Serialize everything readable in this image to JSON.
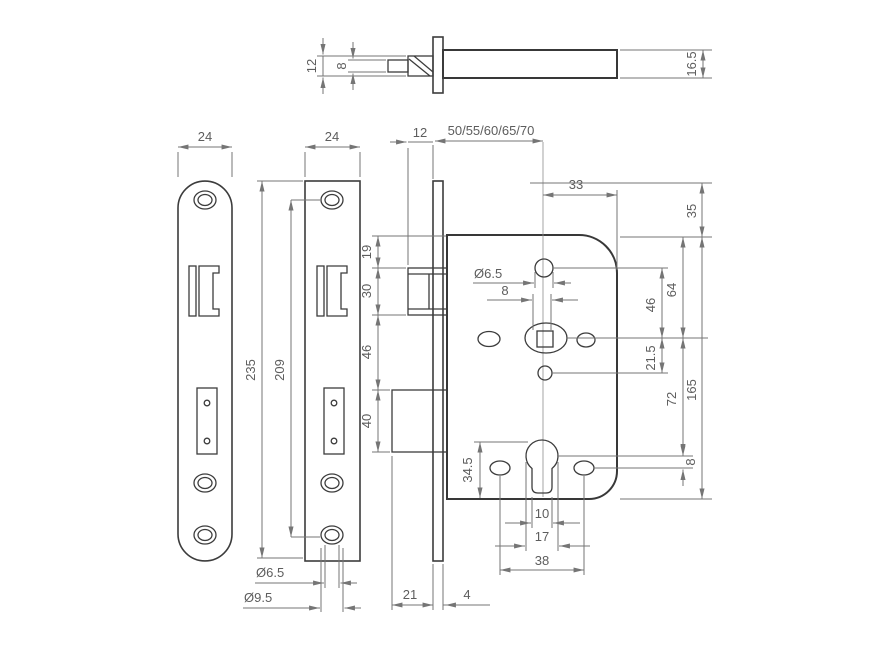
{
  "colors": {
    "part_line": "#3c3c3c",
    "dim_line": "#757575",
    "text": "#5d5d5d",
    "background": "#ffffff"
  },
  "drawing": {
    "dims": {
      "latch_total_height": "12",
      "latch_flat_height": "8",
      "case_thickness": "16.5",
      "strike_plate_width": "24",
      "faceplate_width": "24",
      "faceplate_length": "235",
      "screw_hole_spacing": "209",
      "screw_hole_dia": "Ø6.5",
      "countersink_dia": "Ø9.5",
      "latch_protrusion": "12",
      "backset_options": "50/55/60/65/70",
      "spindle_to_case_edge": "33",
      "faceplate_top_offset": "35",
      "case_top_to_latch": "19",
      "latch_opening_height": "30",
      "latch_to_deadbolt": "46",
      "deadbolt_height": "40",
      "top_hole_dia": "Ø6.5",
      "spindle_square_width": "8",
      "case_top_to_spindle": "64",
      "top_hole_to_spindle": "46",
      "spindle_to_lower_hole": "21.5",
      "case_height": "165",
      "spindle_to_cylinder": "72",
      "cylinder_profile_height": "34.5",
      "cylinder_to_side_hole": "8",
      "cylinder_slot_width": "10",
      "cylinder_dia": "17",
      "side_hole_spacing": "38",
      "deadbolt_throw": "21",
      "faceplate_thickness": "4"
    }
  }
}
